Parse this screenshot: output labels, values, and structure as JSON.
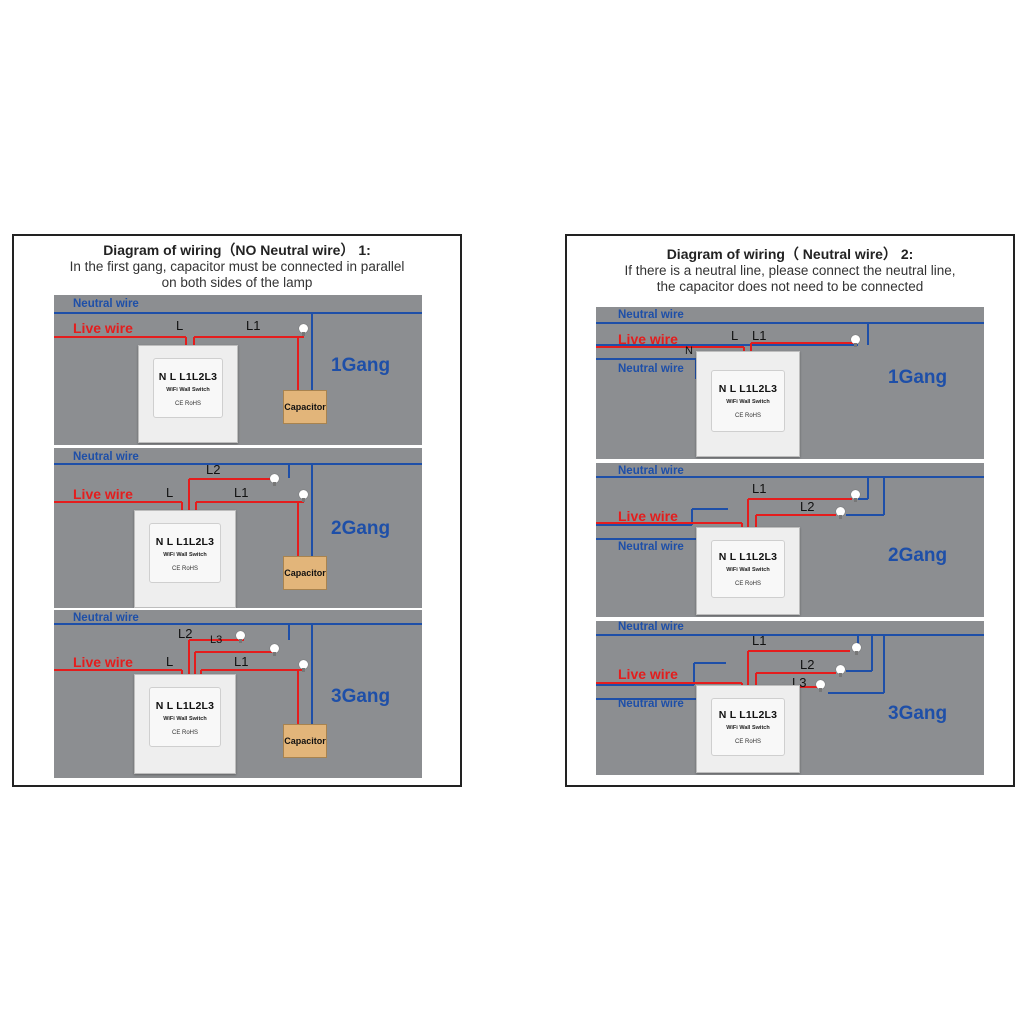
{
  "left": {
    "title": "Diagram of wiring（NO Neutral wire） 1:",
    "subtitle_line1": "In the first gang, capacitor must be connected in parallel",
    "subtitle_line2": "on both sides of the lamp",
    "neutral_label": "Neutral wire",
    "live_label": "Live wire",
    "capacitor_label": "Capacitor",
    "terminal_L": "L",
    "terminal_L1": "L1",
    "terminal_L2": "L2",
    "terminal_L3": "L3",
    "gangs": [
      "1Gang",
      "2Gang",
      "3Gang"
    ]
  },
  "right": {
    "title": "Diagram of wiring（ Neutral wire） 2:",
    "subtitle_line1": "If there is a neutral line, please connect the neutral line,",
    "subtitle_line2": "the capacitor does not need to be connected",
    "neutral_label": "Neutral wire",
    "live_label": "Live wire",
    "terminal_L": "L",
    "terminal_N": "N",
    "terminal_L1": "L1",
    "terminal_L2": "L2",
    "terminal_L3": "L3",
    "gangs": [
      "1Gang",
      "2Gang",
      "3Gang"
    ]
  },
  "switch": {
    "terminals": "N  L L1L2L3",
    "name": "WiFi Wall Switch",
    "cert": "CE  RoHS"
  },
  "colors": {
    "neutral": "#1e4fa8",
    "live": "#e41d1d",
    "panel": "#8c8e91",
    "capacitor": "#e2b57a"
  }
}
